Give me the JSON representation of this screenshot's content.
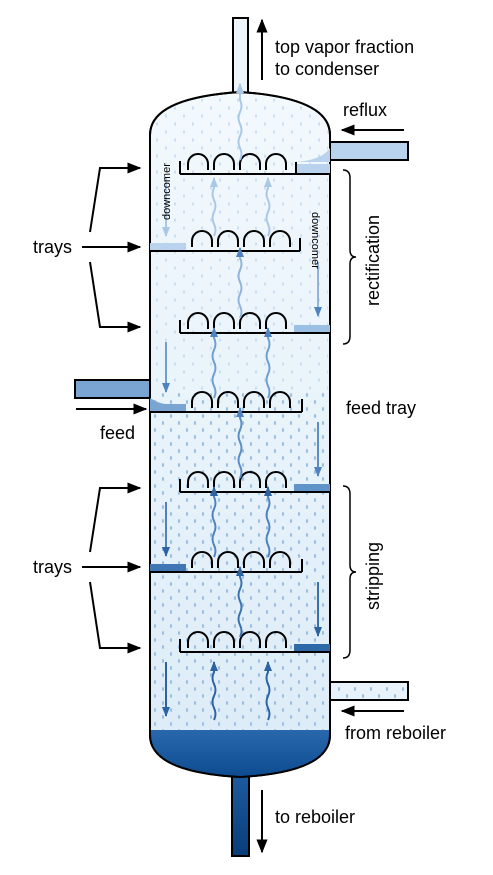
{
  "labels": {
    "top_vapor_line1": "top vapor fraction",
    "top_vapor_line2": "to condenser",
    "reflux": "reflux",
    "trays_upper": "trays",
    "trays_lower": "trays",
    "downcomer_left": "downcomer",
    "downcomer_right": "downcomer",
    "rectification": "rectification",
    "feed_tray": "feed tray",
    "feed": "feed",
    "stripping": "stripping",
    "from_reboiler": "from reboiler",
    "to_reboiler": "to reboiler"
  },
  "colors": {
    "vapor_light": "#eaf4fb",
    "liquid_light": "#b9d3ee",
    "liquid_mid": "#6f9fcf",
    "liquid_dark": "#2f6aa8",
    "sump_dark": "#0e4c92",
    "outline": "#000000"
  }
}
